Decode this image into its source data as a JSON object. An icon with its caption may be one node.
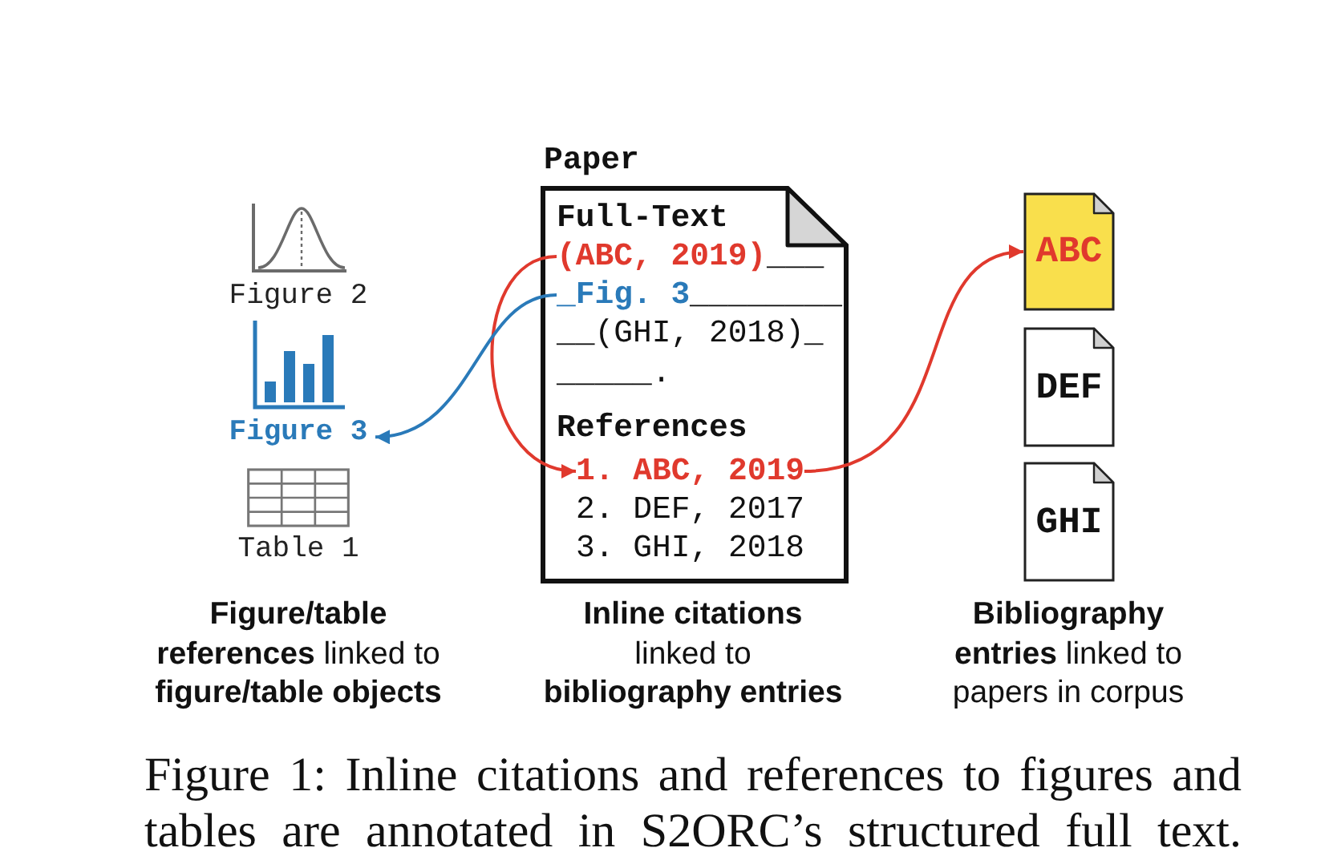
{
  "diagram": {
    "caption": "Figure 1: Inline citations and references to figures and tables are annotated in S2ORC’s structured full text.",
    "nodes": [
      {
        "text": [
          "Figure 2"
        ]
      },
      {
        "text": [
          "Figure 3"
        ]
      },
      {
        "text": [
          "Table 1"
        ]
      },
      {
        "text": [
          "Paper",
          "Full-Text",
          "___",
          "________",
          "__(GHI, 2018)_ _____.",
          "References",
          "2. DEF, 2017",
          "3. GHI, 2018"
        ]
      },
      {
        "text": [
          "(ABC, 2019)"
        ],
        "in": 3
      },
      {
        "text": [
          "_Fig. 3"
        ],
        "in": 3
      },
      {
        "text": [
          "1. ABC, 2019"
        ],
        "in": 3
      },
      {
        "text": [
          "ABC"
        ]
      },
      {
        "text": [
          "DEF"
        ]
      },
      {
        "text": [
          "GHI"
        ]
      }
    ],
    "edges": [
      {
        "from": 4,
        "to": 6,
        "arrow": "to"
      },
      {
        "from": 5,
        "to": 1,
        "arrow": "to",
        "color": "#2a7ab9"
      },
      {
        "from": 6,
        "to": 7,
        "arrow": "to"
      }
    ],
    "labels": [
      "**Figure/table references** linked to **figure/table objects**",
      "**Inline citations** linked to **bibliography entries**",
      "**Bibliography entries** linked to papers in corpus"
    ]
  }
}
